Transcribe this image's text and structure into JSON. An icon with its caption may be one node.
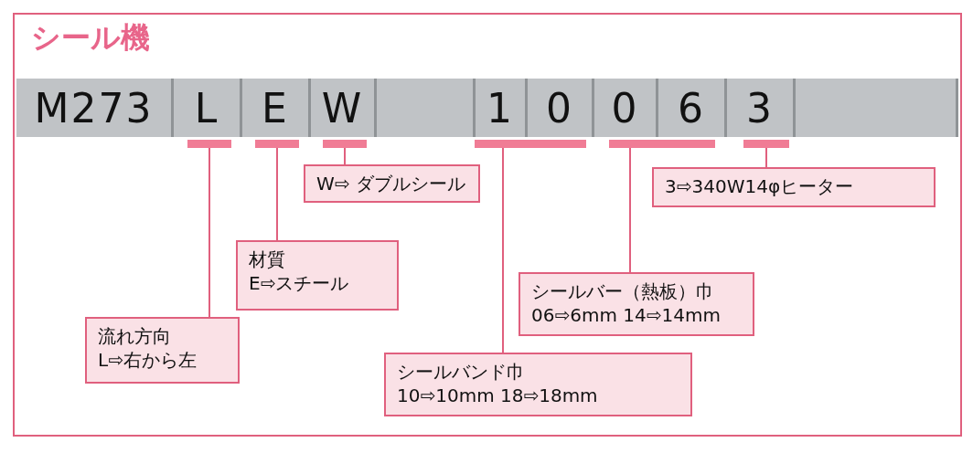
{
  "diagram": {
    "title": "シール機",
    "nodes": [
      {
        "text": [
          "M273"
        ]
      },
      {
        "text": [
          "L"
        ]
      },
      {
        "text": [
          "E"
        ]
      },
      {
        "text": [
          "W"
        ]
      },
      {
        "text": [],
        "shape": "box"
      },
      {
        "text": [
          "1"
        ]
      },
      {
        "text": [
          "0"
        ]
      },
      {
        "text": [
          "0"
        ]
      },
      {
        "text": [
          "6"
        ]
      },
      {
        "text": [
          "3"
        ]
      },
      {
        "text": [],
        "shape": "box"
      },
      {
        "text": [],
        "shape": "bar"
      },
      {
        "text": [],
        "shape": "bar"
      },
      {
        "text": [],
        "shape": "bar"
      },
      {
        "text": [],
        "shape": "bar"
      },
      {
        "text": [],
        "shape": "bar"
      },
      {
        "text": [],
        "shape": "bar"
      },
      {
        "text": [
          "W⇨ ダブルシール"
        ]
      },
      {
        "text": [
          "3⇨340W14φヒーター"
        ]
      },
      {
        "text": [
          "材質",
          "E⇨スチール"
        ]
      },
      {
        "text": [
          "シールバー（熱板）巾",
          "06⇨6mm  14⇨14mm"
        ]
      },
      {
        "text": [
          "流れ方向",
          "L⇨右から左"
        ]
      },
      {
        "text": [
          "シールバンド巾",
          "10⇨10mm 18⇨18mm"
        ]
      }
    ],
    "edges": [
      {
        "from": 11,
        "to": 21,
        "arrow": "none"
      },
      {
        "from": 12,
        "to": 19,
        "arrow": "none"
      },
      {
        "from": 13,
        "to": 17,
        "arrow": "none"
      },
      {
        "from": 14,
        "to": 22,
        "arrow": "none"
      },
      {
        "from": 15,
        "to": 20,
        "arrow": "none"
      },
      {
        "from": 16,
        "to": 18,
        "arrow": "none"
      }
    ]
  }
}
